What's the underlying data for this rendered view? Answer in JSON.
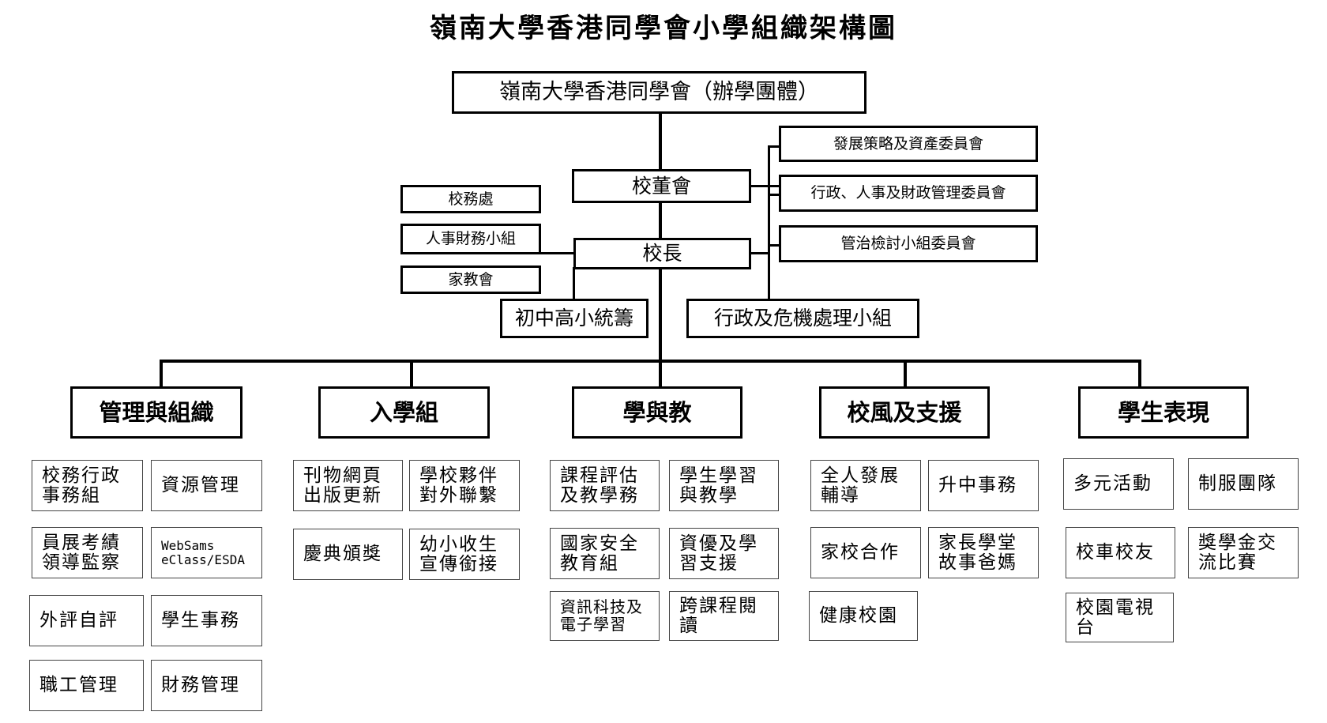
{
  "title": "嶺南大學香港同學會小學組織架構圖",
  "sponsor": "嶺南大學香港同學會（辦學團體）",
  "board": "校董會",
  "committees": [
    "發展策略及資產委員會",
    "行政、人事及財政管理委員會",
    "管治檢討小組委員會"
  ],
  "offices": [
    "校務處",
    "人事財務小組",
    "家教會"
  ],
  "principal": "校長",
  "coordination": "初中高小統籌",
  "crisis_group": "行政及危機處理小組",
  "groups": [
    {
      "name": "管理與組織",
      "items": [
        "校務行政\n事務組",
        "資源管理",
        "員展考績\n領導監察",
        "WebSams\neClass/ESDA",
        "外評自評",
        "學生事務",
        "職工管理",
        "財務管理"
      ]
    },
    {
      "name": "入學組",
      "items": [
        "刊物網頁\n出版更新",
        "學校夥伴\n對外聯繫",
        "慶典頒獎",
        "幼小收生\n宣傳銜接"
      ]
    },
    {
      "name": "學與教",
      "items": [
        "課程評估\n及教學務",
        "學生學習\n與教學",
        "國家安全\n教育組",
        "資優及學\n習支援",
        "資訊科技及\n電子學習",
        "跨課程閱\n讀"
      ]
    },
    {
      "name": "校風及支援",
      "items": [
        "全人發展\n輔導",
        "升中事務",
        "家校合作",
        "家長學堂\n故事爸媽",
        "健康校園"
      ]
    },
    {
      "name": "學生表現",
      "items": [
        "多元活動",
        "制服團隊",
        "校車校友",
        "獎學金交\n流比賽",
        "校園電視\n台"
      ]
    }
  ]
}
